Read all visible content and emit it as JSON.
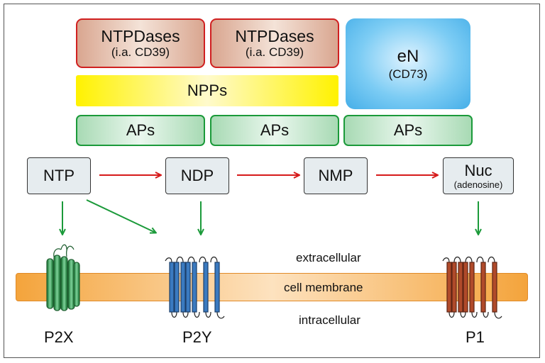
{
  "enzymes": {
    "ntpdases_1": {
      "name": "NTPDases",
      "sub": "(i.a. CD39)"
    },
    "ntpdases_2": {
      "name": "NTPDases",
      "sub": "(i.a. CD39)"
    },
    "en": {
      "name": "eN",
      "sub": "(CD73)"
    },
    "npps": "NPPs",
    "aps": [
      "APs",
      "APs",
      "APs"
    ]
  },
  "nucleotides": {
    "ntp": "NTP",
    "ndp": "NDP",
    "nmp": "NMP",
    "nuc": {
      "name": "Nuc",
      "sub": "(adenosine)"
    }
  },
  "membrane": {
    "extracellular": "extracellular",
    "cell_membrane": "cell membrane",
    "intracellular": "intracellular"
  },
  "receptors": {
    "p2x": "P2X",
    "p2y": "P2Y",
    "p1": "P1"
  },
  "colors": {
    "hydrolysis_arrow": "#d61a1a",
    "activation_arrow": "#1b9a3a",
    "ntpdase_border": "#d02020",
    "aps_border": "#1b9a3a",
    "npps_fill": "#fff200",
    "en_fill": "#45aee8",
    "membrane_fill": "#f4a43c",
    "p2x_receptor": "#1e8a3c",
    "p2y_receptor": "#3a7ac0",
    "p1_receptor": "#b04a2a"
  }
}
